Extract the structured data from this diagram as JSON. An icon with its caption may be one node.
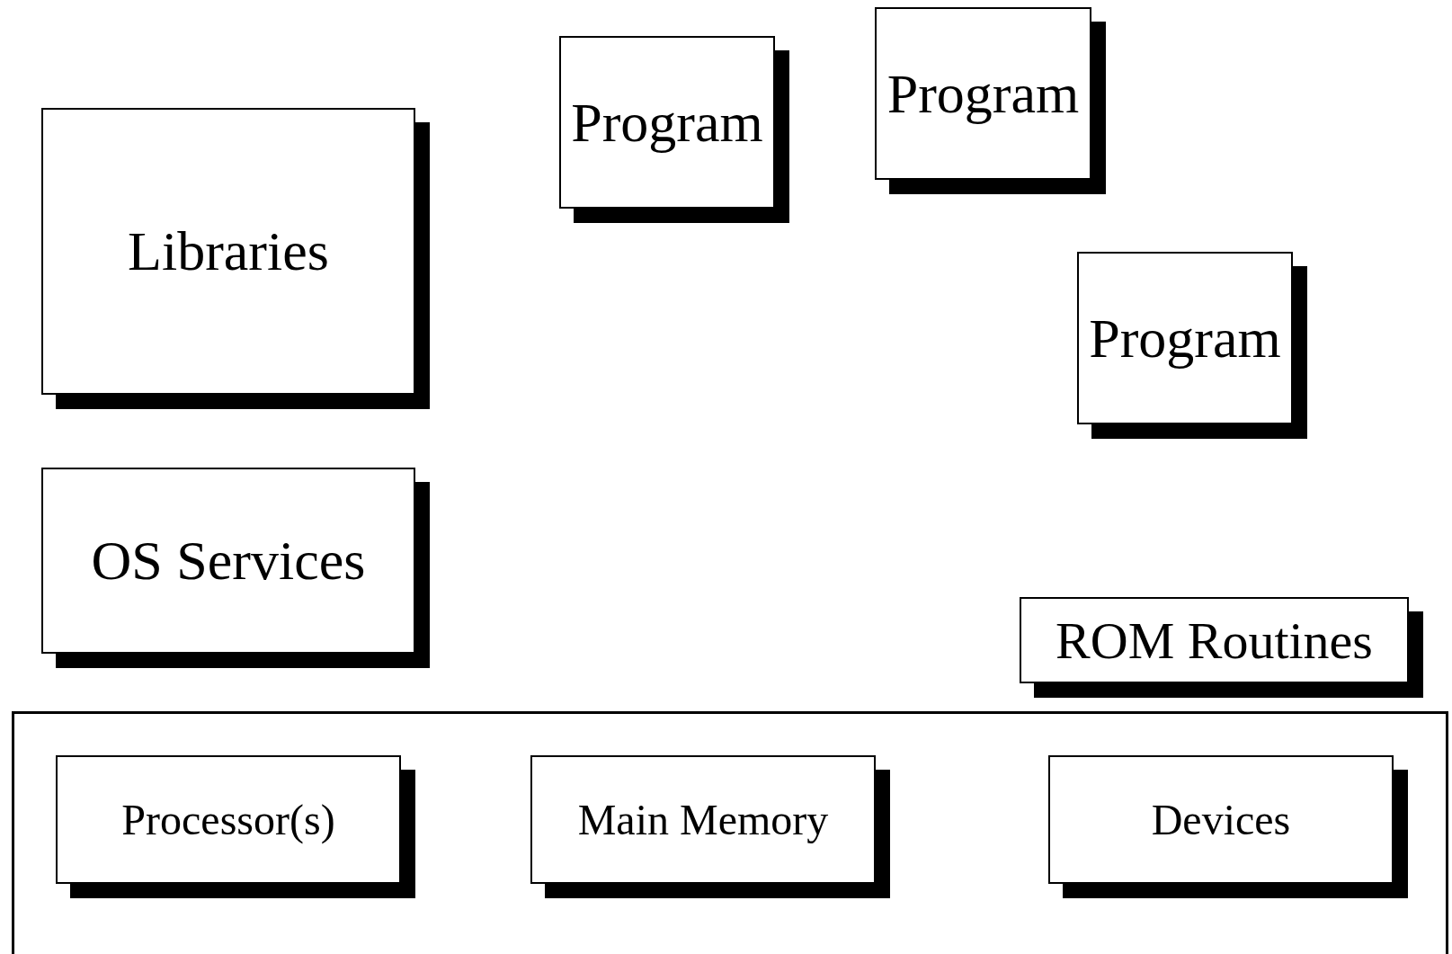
{
  "diagram": {
    "nodes": [
      {
        "text": [
          "Libraries"
        ]
      },
      {
        "text": [
          "Program"
        ]
      },
      {
        "text": [
          "Program"
        ]
      },
      {
        "text": [
          "Program"
        ]
      },
      {
        "text": [
          "OS Services"
        ]
      },
      {
        "text": [
          "ROM Routines"
        ]
      },
      {
        "text": [],
        "shape": "box"
      },
      {
        "text": [
          "Processor(s)"
        ],
        "in": 6
      },
      {
        "text": [
          "Main Memory"
        ],
        "in": 6
      },
      {
        "text": [
          "Devices"
        ],
        "in": 6
      }
    ],
    "edges": []
  }
}
